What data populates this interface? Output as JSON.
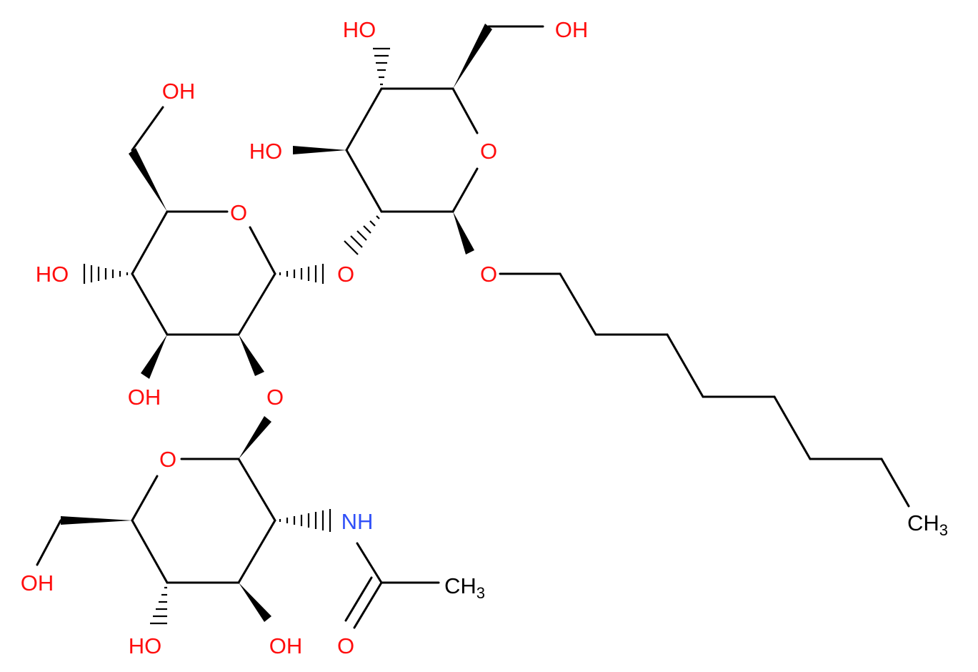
{
  "colors": {
    "bond": "#000000",
    "oxygen": "#ff0d0d",
    "nitrogen": "#3050f8",
    "carbon": "#000000",
    "background": "#ffffff"
  },
  "labels": {
    "oh_top_ring_c4": "HO",
    "oh_top_ring_c6": "OH",
    "oh_top_ring_c3": "HO",
    "ring_o_top": "O",
    "glyco_o_top": "O",
    "nonyl_o": "O",
    "oh_mid_ring_c6": "OH",
    "ring_o_mid": "O",
    "oh_mid_ring_c4": "HO",
    "oh_mid_ring_c3": "OH",
    "glyco_o_mid": "O",
    "ring_o_bottom": "O",
    "nh": "NH",
    "ch3_acetyl": "CH",
    "ch3_acetyl_sub": "3",
    "carbonyl_o": "O",
    "oh_bottom_ring_c6": "OH",
    "oh_bottom_ring_c4": "HO",
    "oh_bottom_ring_c3": "OH",
    "ch3_terminal": "CH",
    "ch3_terminal_sub": "3"
  }
}
